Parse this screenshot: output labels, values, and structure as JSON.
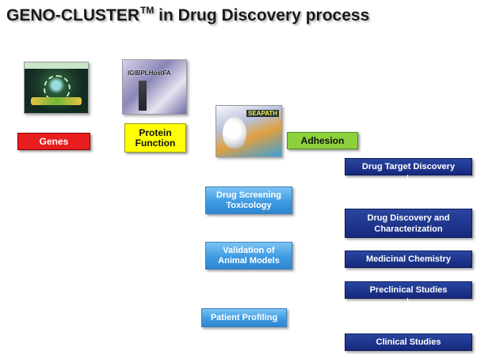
{
  "header": {
    "title": "GENO-CLUSTER",
    "trademark": "TM",
    "title_rest": " in Drug Discovery process"
  },
  "thumbnails": {
    "protein_label": "IGIBPLHostFA",
    "seapath_label": "SEAPATH"
  },
  "categories": {
    "genes": "Genes",
    "protein_function": "Protein Function",
    "adhesion": "Adhesion"
  },
  "applications": {
    "drug_screening": "Drug Screening Toxicology",
    "validation": "Validation of Animal Models",
    "patient_profiling": "Patient Profiling"
  },
  "pipeline": {
    "target_discovery": "Drug Target Discovery",
    "discovery_characterization": "Drug Discovery and Characterization",
    "medicinal_chemistry": "Medicinal Chemistry",
    "preclinical": "Preclinical Studies",
    "clinical": "Clinical Studies"
  },
  "colors": {
    "genes": "#e81e1e",
    "protein_function": "#ffff00",
    "adhesion": "#8cd03c",
    "application_blue": "#3f9be2",
    "pipeline_navy": "#16287c"
  }
}
